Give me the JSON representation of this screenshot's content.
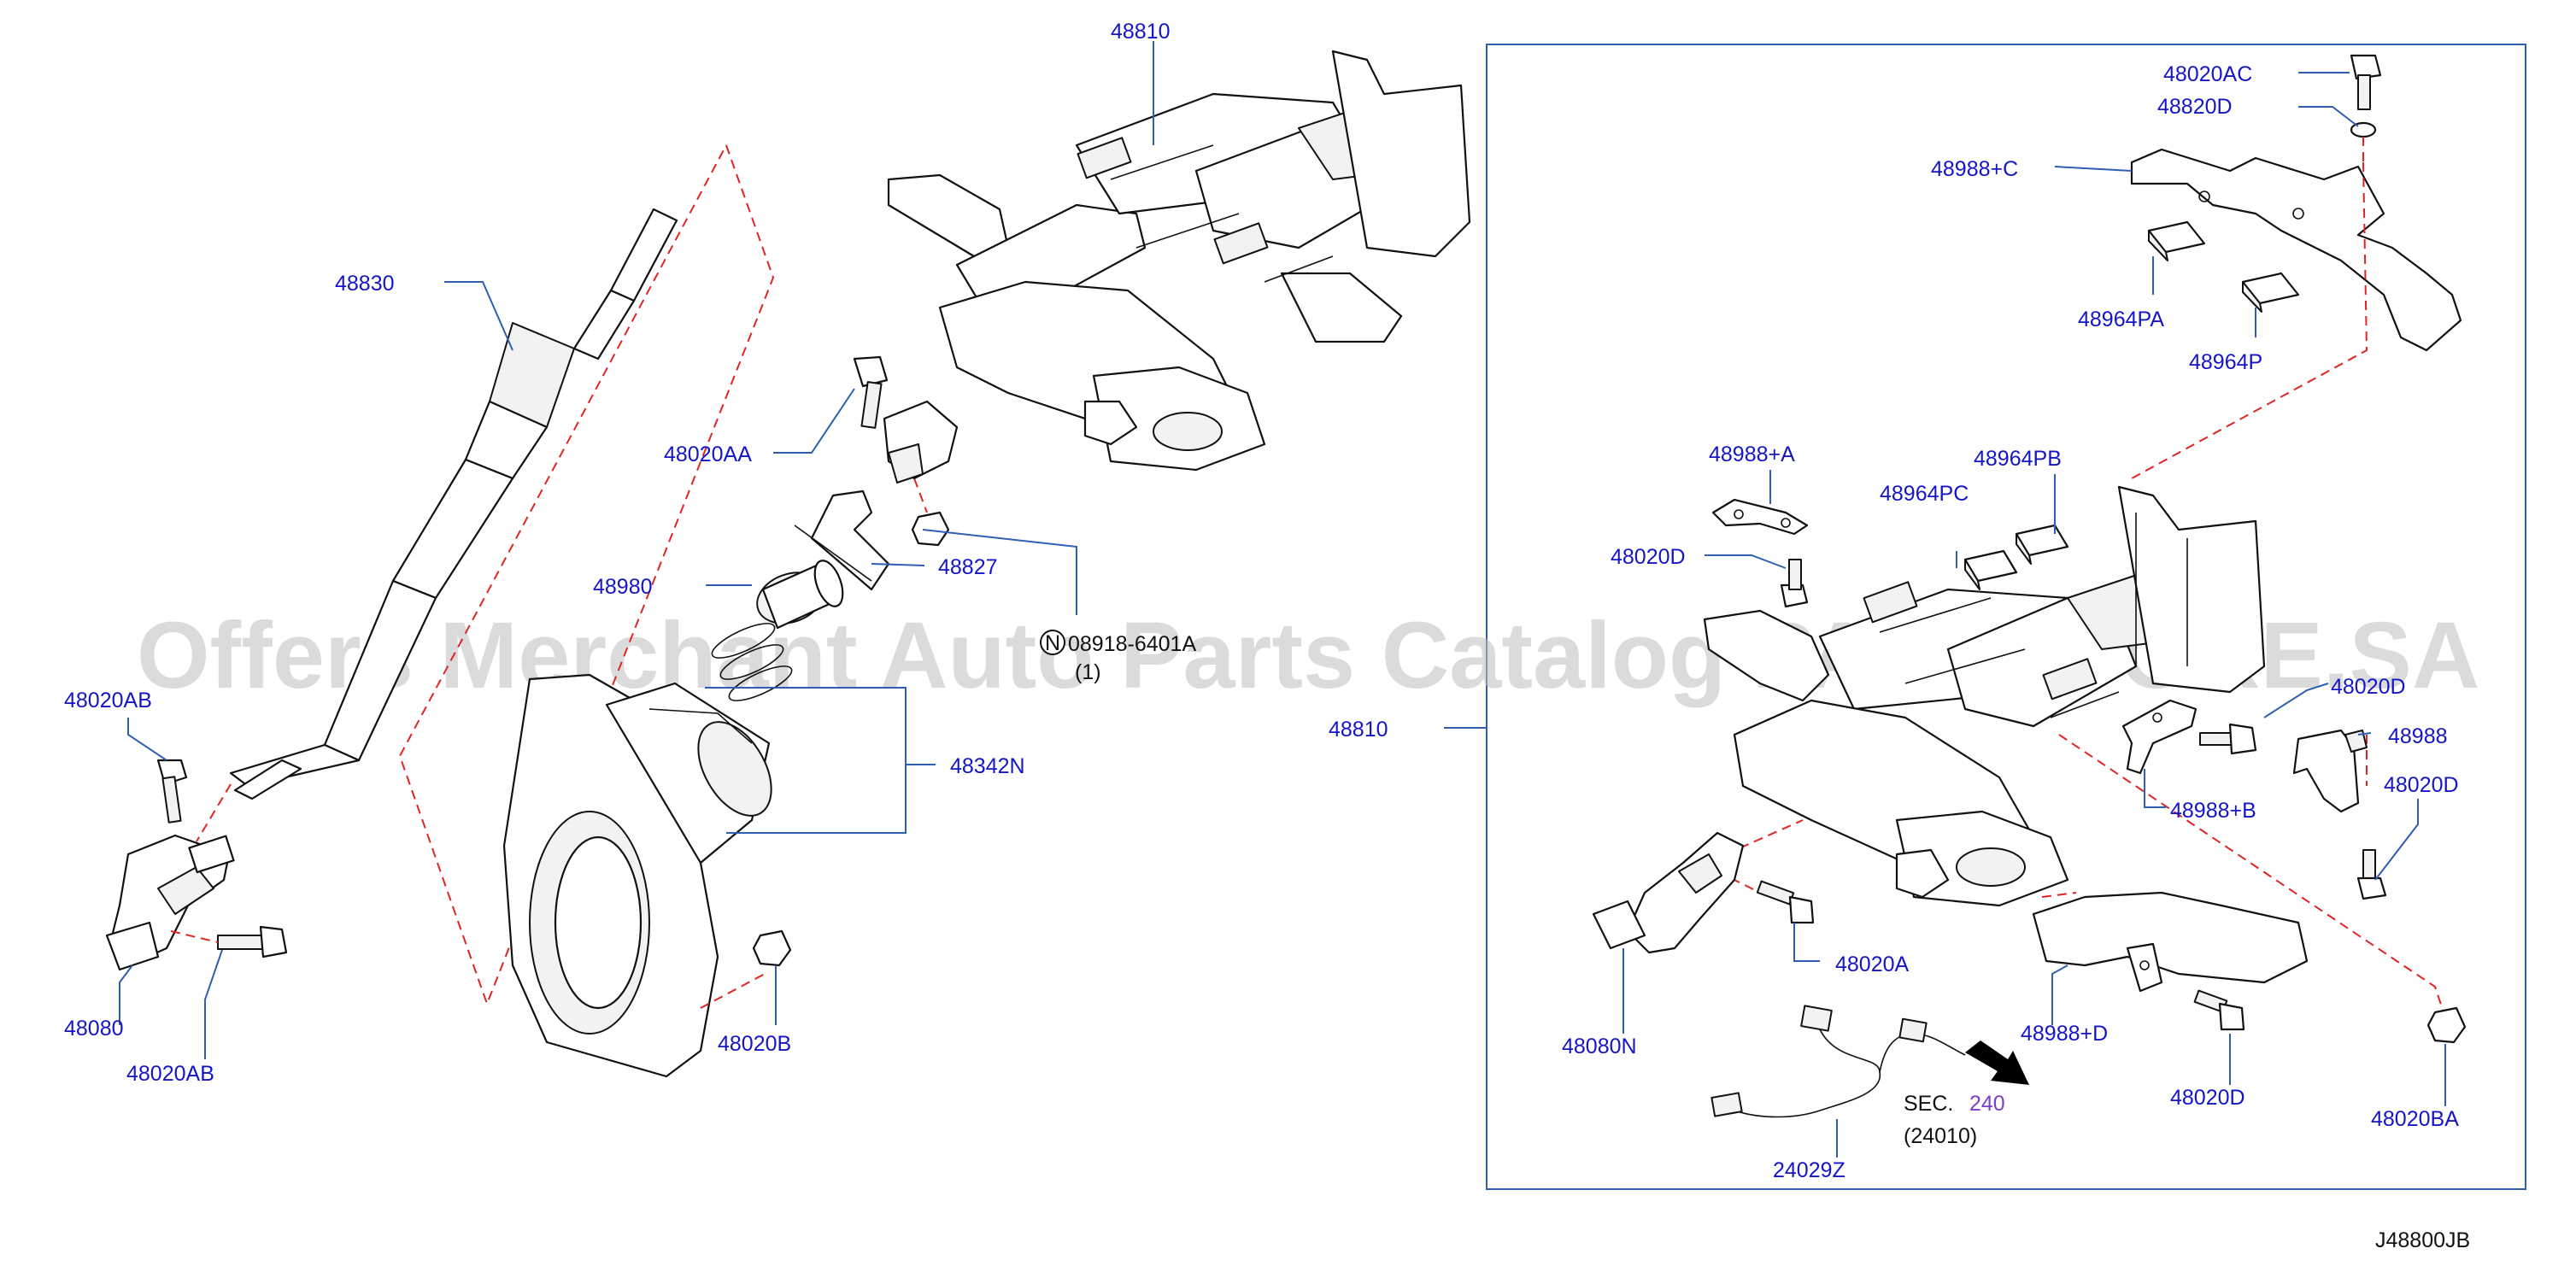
{
  "watermark": "Offers Merchant Auto Parts Catalog PARTSTORE.SA",
  "diagram_id": "J48800JB",
  "colors": {
    "label": "#1515c8",
    "leader": "#2f5fb0",
    "dashed": "#e02424",
    "sec_number": "#7a3fc8"
  },
  "labels": {
    "p48810_top": "48810",
    "p48830": "48830",
    "p48020AA": "48020AA",
    "p48827": "48827",
    "p48980": "48980",
    "p08918": "08918-6401A",
    "p08918_qty": "(1)",
    "p48020AB_1": "48020AB",
    "p48342N": "48342N",
    "p48080": "48080",
    "p48020AB_2": "48020AB",
    "p48020B": "48020B",
    "p48810_box": "48810",
    "p48020AC": "48020AC",
    "p48820D": "48820D",
    "p48988C": "48988+C",
    "p48964PA": "48964PA",
    "p48964P": "48964P",
    "p48988A": "48988+A",
    "p48964PB": "48964PB",
    "p48964PC": "48964PC",
    "p48020D_1": "48020D",
    "p48020D_2": "48020D",
    "p48988": "48988",
    "p48020D_3": "48020D",
    "p48988B": "48988+B",
    "p48020A": "48020A",
    "p48080N": "48080N",
    "p48988D": "48988+D",
    "p48020D_4": "48020D",
    "p48020BA": "48020BA",
    "p24029Z": "24029Z",
    "sec_prefix": "SEC.",
    "sec_number": "240",
    "sec_ref": "(24010)"
  }
}
